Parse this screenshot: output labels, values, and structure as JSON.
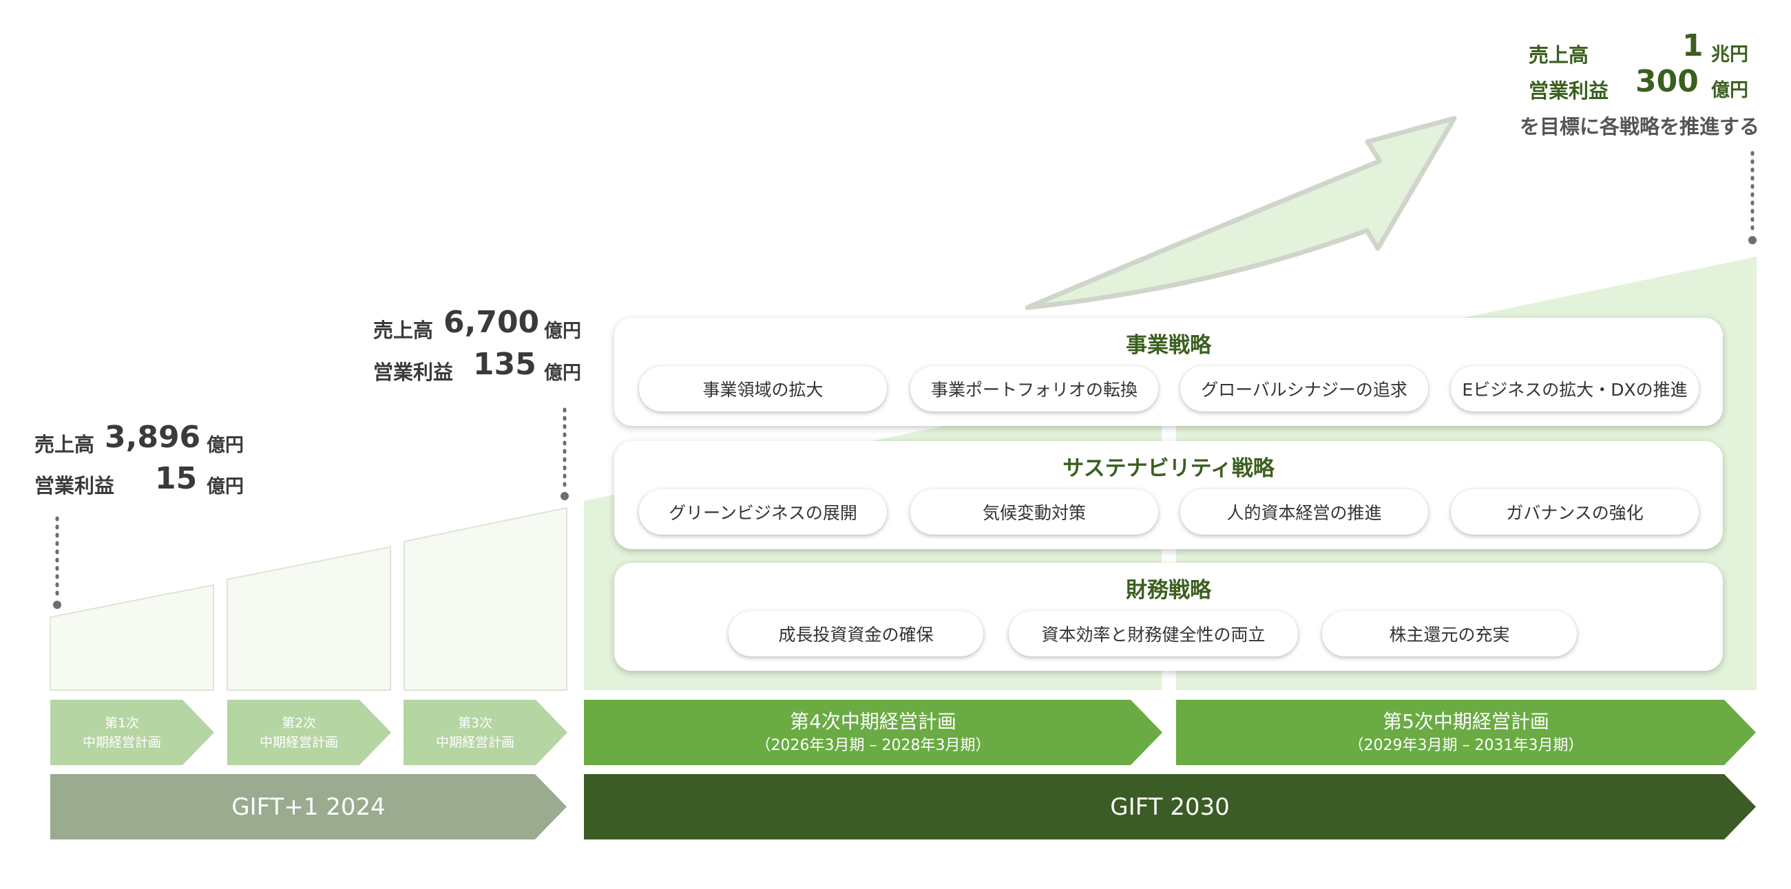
{
  "metrics": {
    "start": {
      "sales_label": "売上高",
      "sales_value": "3,896",
      "sales_unit": "億円",
      "profit_label": "営業利益",
      "profit_value": "15",
      "profit_unit": "億円"
    },
    "mid": {
      "sales_label": "売上高",
      "sales_value": "6,700",
      "sales_unit": "億円",
      "profit_label": "営業利益",
      "profit_value": "135",
      "profit_unit": "億円"
    },
    "goal": {
      "sales_label": "売上高",
      "sales_value": "1",
      "sales_unit": "兆円",
      "profit_label": "営業利益",
      "profit_value": "300",
      "profit_unit": "億円",
      "statement": "を目標に各戦略を推進する"
    }
  },
  "strategies": [
    {
      "title": "事業戦略",
      "items": [
        "事業領域の拡大",
        "事業ポートフォリオの転換",
        "グローバルシナジーの追求",
        "Eビジネスの拡大・DXの推進"
      ]
    },
    {
      "title": "サステナビリティ戦略",
      "items": [
        "グリーンビジネスの展開",
        "気候変動対策",
        "人的資本経営の推進",
        "ガバナンスの強化"
      ]
    },
    {
      "title": "財務戦略",
      "items": [
        "成長投資資金の確保",
        "資本効率と財務健全性の両立",
        "株主還元の充実"
      ]
    }
  ],
  "plans": {
    "p1": {
      "line1": "第1次",
      "line2": "中期経営計画"
    },
    "p2": {
      "line1": "第2次",
      "line2": "中期経営計画"
    },
    "p3": {
      "line1": "第3次",
      "line2": "中期経営計画"
    },
    "p4": {
      "title": "第4次中期経営計画",
      "period": "（2026年3月期 – 2028年3月期）"
    },
    "p5": {
      "title": "第5次中期経営計画",
      "period": "（2029年3月期 – 2031年3月期）"
    }
  },
  "eras": {
    "past": "GIFT+1 2024",
    "future": "GIFT 2030"
  },
  "colors": {
    "accent_dark": "#3a5f1e",
    "plan_green": "#6aab43",
    "plan_light": "#b5d5a3",
    "era_past": "#9aab90",
    "era_future": "#3b5c24",
    "growth_fill": "#e3f2da"
  }
}
